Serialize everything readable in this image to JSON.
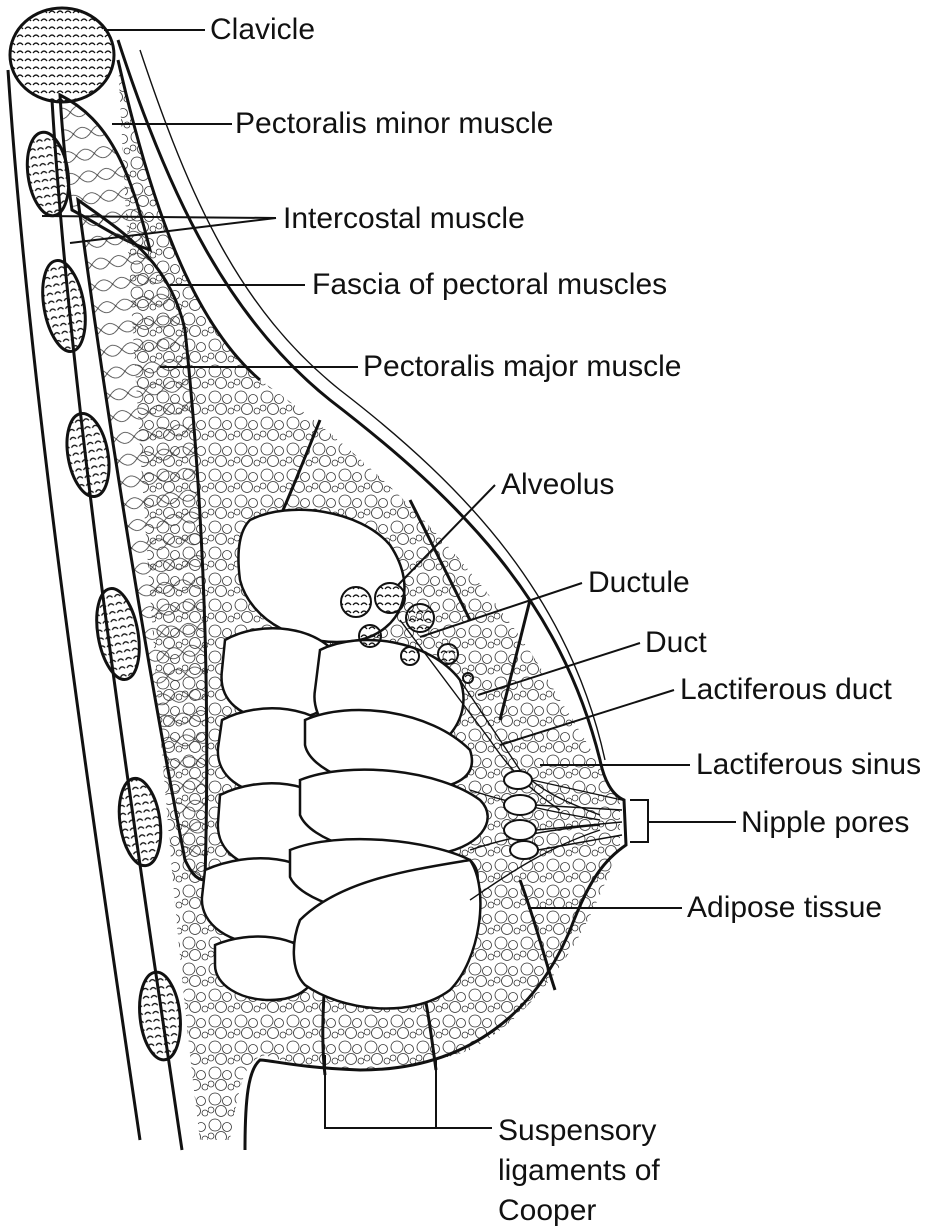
{
  "labels": {
    "clavicle": "Clavicle",
    "pectoralis_minor": "Pectoralis minor muscle",
    "intercostal": "Intercostal muscle",
    "fascia": "Fascia of pectoral muscles",
    "pectoralis_major": "Pectoralis major muscle",
    "alveolus": "Alveolus",
    "ductule": "Ductule",
    "duct": "Duct",
    "lactiferous_duct": "Lactiferous duct",
    "lactiferous_sinus": "Lactiferous sinus",
    "nipple_pores": "Nipple pores",
    "adipose_tissue": "Adipose tissue",
    "suspensory_1": "Suspensory",
    "suspensory_2": "ligaments of",
    "suspensory_3": "Cooper"
  }
}
